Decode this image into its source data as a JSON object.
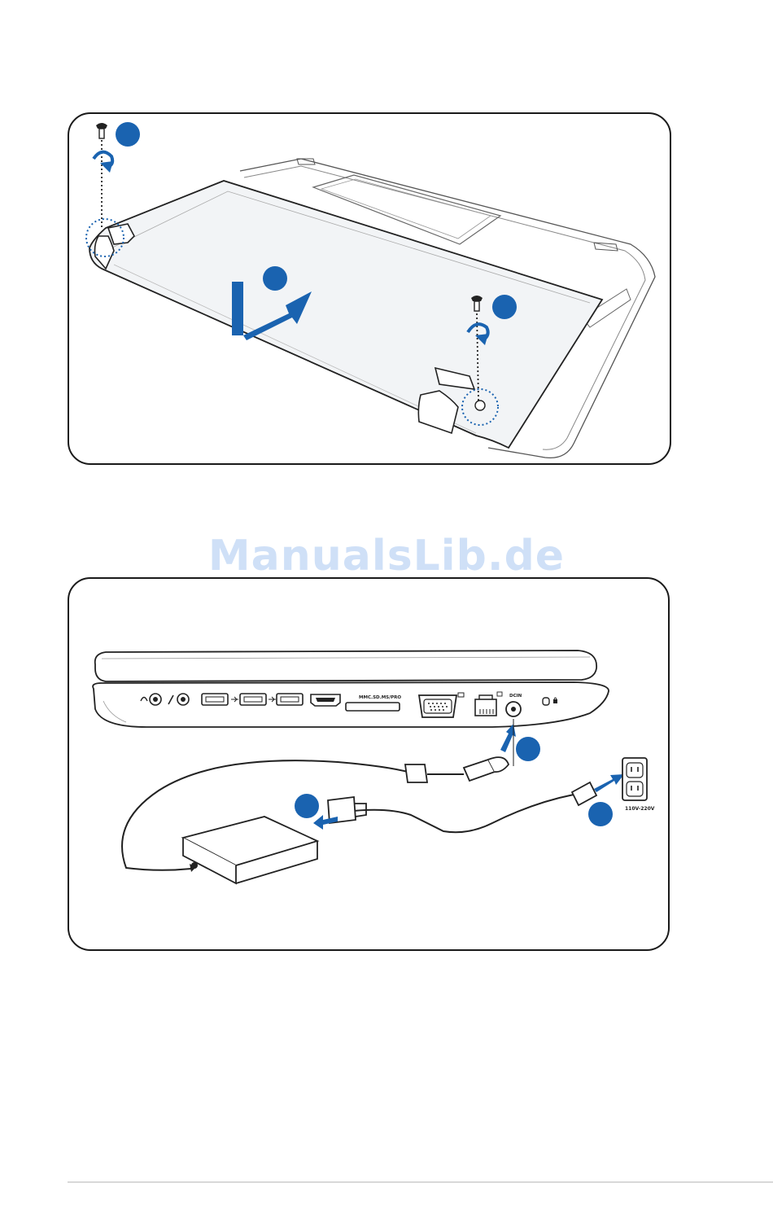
{
  "watermark": "ManualsLib.de",
  "card_reader_label": "MMC.SD.MS/PRO",
  "dcin_label": "DCIN",
  "outlet_label": "110V-220V",
  "colors": {
    "accent": "#1a63b0",
    "ink": "#1a1a1a",
    "watermark": "#cfe0f7"
  },
  "figures": [
    {
      "name": "battery-removal",
      "steps": 3
    },
    {
      "name": "power-adapter-connection",
      "steps": 3
    }
  ]
}
